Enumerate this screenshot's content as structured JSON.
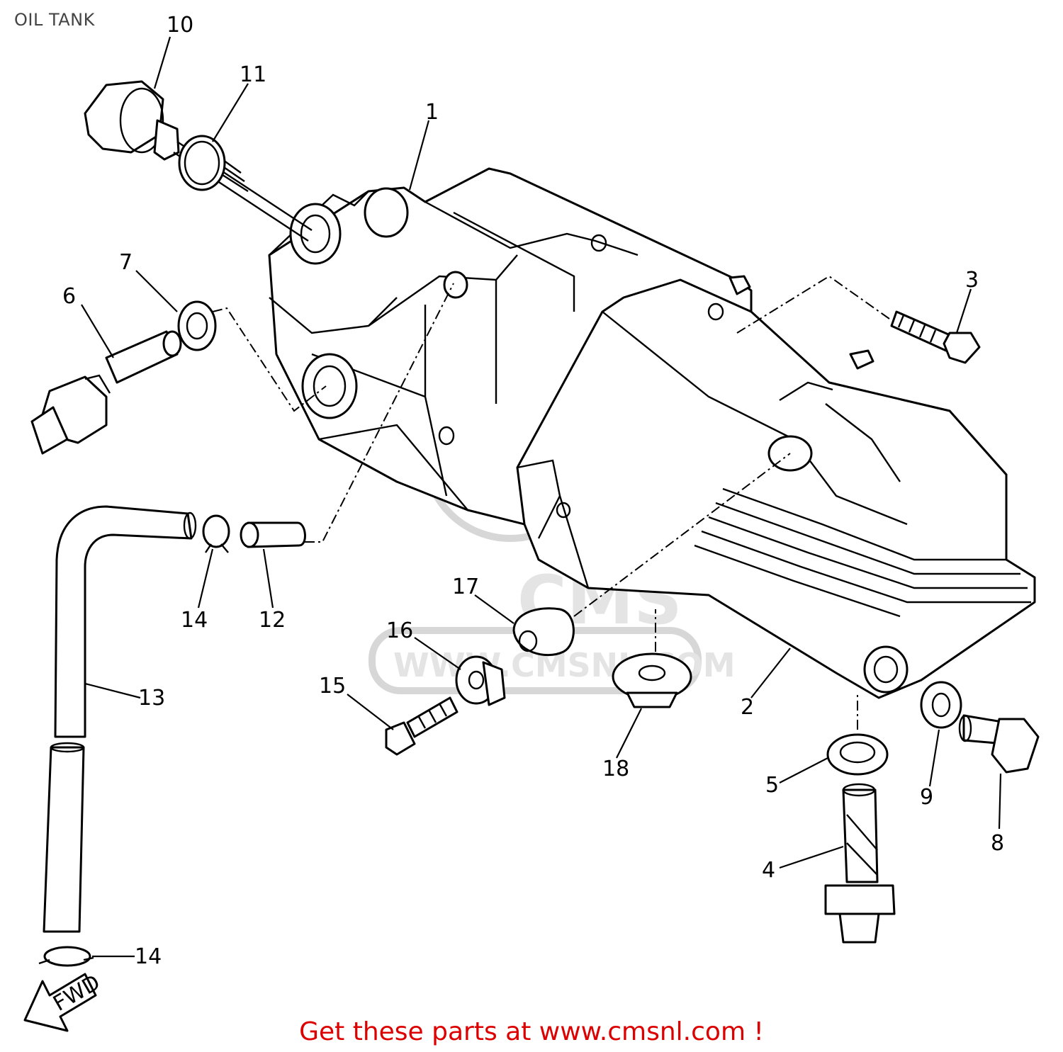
{
  "title": "OIL TANK",
  "footer": "Get these parts at www.cmsnl.com !",
  "watermark": {
    "logo": "CMS",
    "url": "WWW.CMSNL.COM"
  },
  "direction_mark": "FWD",
  "callouts": {
    "c1": "1",
    "c2": "2",
    "c3": "3",
    "c4": "4",
    "c5": "5",
    "c6": "6",
    "c7": "7",
    "c8": "8",
    "c9": "9",
    "c10": "10",
    "c11": "11",
    "c12": "12",
    "c13": "13",
    "c14a": "14",
    "c14b": "14",
    "c15": "15",
    "c16": "16",
    "c17": "17",
    "c18": "18"
  },
  "colors": {
    "footer": "#dd0000",
    "title": "#444444",
    "lines": "#000000"
  }
}
